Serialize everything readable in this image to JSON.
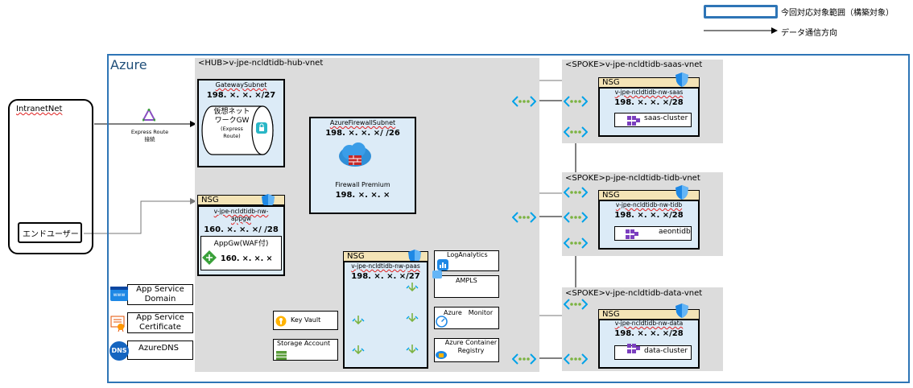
{
  "legend": {
    "scope_label": "今回対応対象範囲（構築対象）",
    "flow_label": "データ通信方向"
  },
  "azure_label": "Azure",
  "onprem": {
    "intranet": "IntranetNet",
    "enduser": "エンドユーザー",
    "express_route": "Express Route\n接続"
  },
  "hub": {
    "title": "<HUB>v-jpe-ncldtidb-hub-vnet",
    "gateway_subnet": "GatewaySubnet",
    "gateway_cidr": "198. ×. ×. ×/27",
    "vgw_label": "仮想ネット\nワークGW",
    "vgw_sub": "(Express\nRoute)",
    "fw_subnet": "AzureFirewallSubnet",
    "fw_cidr": "198. ×. ×. ×/ /26",
    "fw_name": "Firewall Premium",
    "fw_ip": "198. ×. ×. ×",
    "appgw_nsg": "NSG",
    "appgw_subnet": "v-jpe-ncldtidb-nw-\nappgw",
    "appgw_cidr": "160. ×. ×. ×/ /28",
    "appgw_name": "AppGw(WAF付)",
    "appgw_ip": "160. ×. ×. ×",
    "paas_nsg": "NSG",
    "paas_subnet": "v-jpe-ncldtidb-nw-paas",
    "paas_cidr": "198. ×. ×. ×/27"
  },
  "services": {
    "loganalytics": "LogAnalytics",
    "ampls": "AMPLS",
    "monitor": "Azure　Monitor",
    "acr": "Azure Container\nRegistry",
    "keyvault": "Key Vault",
    "storage": "Storage Account",
    "app_service_domain": "App Service\nDomain",
    "app_service_cert": "App Service\nCertificate",
    "azure_dns": "AzureDNS",
    "dns_icon": "DNS",
    "www_icon": "www"
  },
  "spokes": [
    {
      "title": "<SPOKE>v-jpe-ncldtidb-saas-vnet",
      "nsg": "NSG",
      "subnet": "v-jpe-ncldtidb-nw-saas",
      "cidr": "198. ×. ×. ×/28",
      "cluster": "saas-cluster"
    },
    {
      "title": "<SPOKE>p-jpe-ncldtidb-tidb-vnet",
      "nsg": "NSG",
      "subnet": "v-jpe-ncldtidb-nw-tidb",
      "cidr": "198. ×. ×. ×/28",
      "cluster": "aeontidb"
    },
    {
      "title": "<SPOKE>v-jpe-ncldtidb-data-vnet",
      "nsg": "NSG",
      "subnet": "v-jpe-ncldtidb-nw-data",
      "cidr": "198. ×. ×. ×/28",
      "cluster": "data-cluster"
    }
  ],
  "colors": {
    "scope_border": "#2e75b6",
    "vnet_bg": "#dcdcdc",
    "subnet_bg": "#dcebf7",
    "nsg_bg": "#f4e4b6",
    "shield": "#1e88e5",
    "cluster": "#7b3fbf",
    "peering": "#00a2e8"
  }
}
